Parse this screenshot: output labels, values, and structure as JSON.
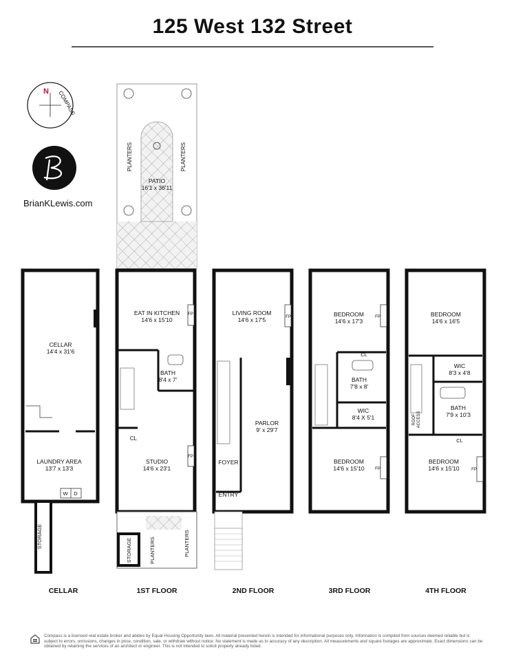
{
  "title": "125 West 132 Street",
  "compass_label": "COMPASS",
  "compass_north": "N",
  "website": "BrianKLewis.com",
  "floor_labels": [
    "CELLAR",
    "1ST FLOOR",
    "2ND FLOOR",
    "3RD FLOOR",
    "4TH FLOOR"
  ],
  "patio": {
    "planter_left": "PLANTERS",
    "planter_right": "PLANTERS",
    "name": "PATIO",
    "dims": "16'1 x 36'11"
  },
  "cellar": {
    "room": "CELLAR",
    "room_dims": "14'4 x 31'6",
    "laundry": "LAUNDRY AREA",
    "laundry_dims": "13'7 x 13'3",
    "w": "W",
    "d": "D",
    "storage": "STORAGE"
  },
  "first": {
    "kitchen": "EAT IN KITCHEN",
    "kitchen_dims": "14'6 x 15'10",
    "fp1": "FP",
    "bath": "BATH",
    "bath_dims": "8'4 x 7'",
    "cl": "CL",
    "studio": "STUDIO",
    "studio_dims": "14'6 x 23'1",
    "fp2": "FP",
    "storage": "STORAGE",
    "planters1": "PLANTERS",
    "planters2": "PLANTERS"
  },
  "second": {
    "living": "LIVING ROOM",
    "living_dims": "14'6 x 17'5",
    "fp": "FP",
    "parlor": "PARLOR",
    "parlor_dims": "9' x 29'7",
    "foyer": "FOYER",
    "entry": "ENTRY"
  },
  "third": {
    "bed1": "BEDROOM",
    "bed1_dims": "14'6 x 17'3",
    "fp1": "FP",
    "cl": "CL",
    "bath": "BATH",
    "bath_dims": "7'8 x 8'",
    "wic": "WIC",
    "wic_dims": "8'4 X 5'1",
    "bed2": "BEDROOM",
    "bed2_dims": "14'6 x 15'10",
    "fp2": "FP"
  },
  "fourth": {
    "bed1": "BEDROOM",
    "bed1_dims": "14'6 x 16'5",
    "wic": "WIC",
    "wic_dims": "8'3 x 4'8",
    "bath": "BATH",
    "bath_dims": "7'9 x 10'3",
    "roof1": "ROOF",
    "roof2": "ACCESS",
    "cl": "CL",
    "bed2": "BEDROOM",
    "bed2_dims": "14'6 x 15'10",
    "fp": "FP"
  },
  "footer": "Compass is a licensed real estate broker and abides by Equal Housing Opportunity laws. All material presented herein is intended for informational purposes only. Information is compiled from sources deemed reliable but is subject to errors, omissions, changes in price, condition, sale, or withdraw without notice. No statement is made as to accuracy of any description. All measurements and square footages are approximate. Exact dimensions can be obtained by retaining the services of an architect or engineer. This is not intended to solicit property already listed."
}
